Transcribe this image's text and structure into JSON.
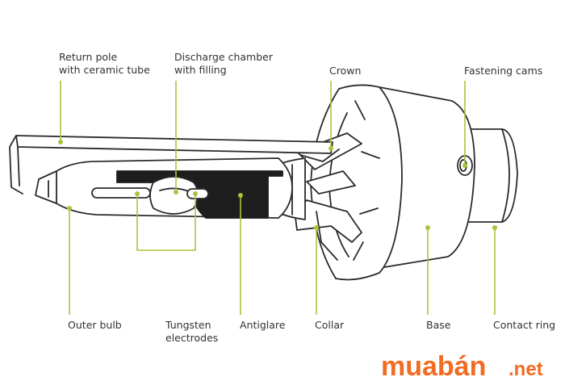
{
  "labels": {
    "return_pole": [
      "Return pole",
      "with ceramic tube"
    ],
    "discharge_chamber": [
      "Discharge chamber",
      "with filling"
    ],
    "crown": "Crown",
    "fastening_cams": "Fastening cams",
    "outer_bulb": "Outer bulb",
    "tungsten_electrodes": [
      "Tungsten",
      "electrodes"
    ],
    "antiglare": "Antiglare",
    "collar": "Collar",
    "base": "Base",
    "contact_ring": "Contact ring"
  },
  "watermark": {
    "brand": "muabán",
    "tld": ".net"
  },
  "colors": {
    "leader": "#a6c63a",
    "outline": "#2b2b2b",
    "label": "#333333",
    "watermark_orange": "#f26b21",
    "antiglare_fill": "#1e1e1e"
  }
}
